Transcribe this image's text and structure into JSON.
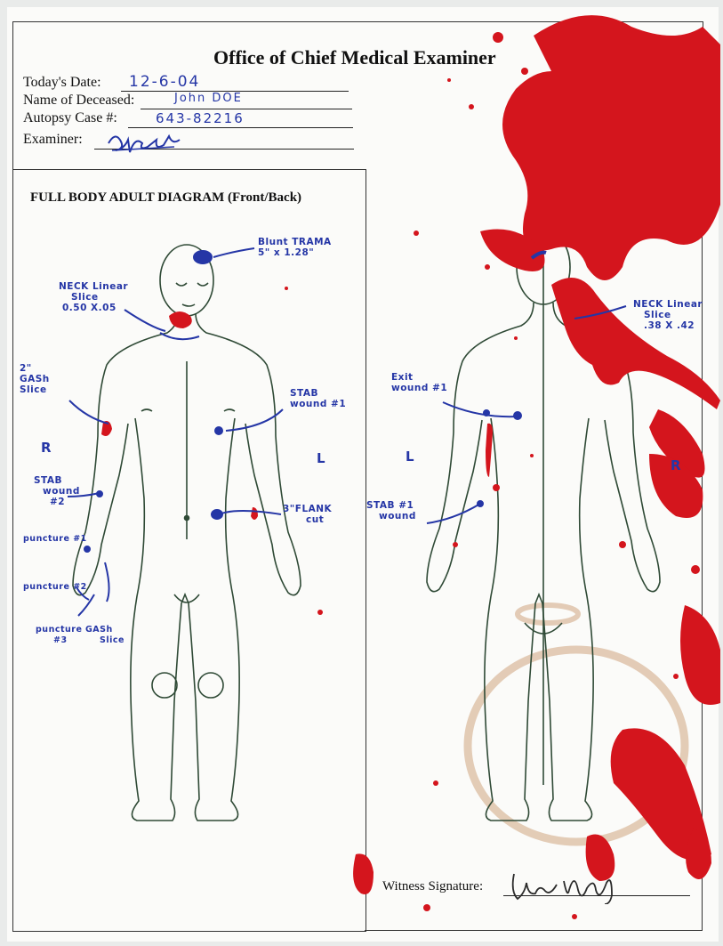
{
  "form": {
    "title": "Office of Chief Medical Examiner",
    "labels": {
      "date": "Today's Date:",
      "deceased": "Name of Deceased:",
      "case": "Autopsy Case #:",
      "examiner": "Examiner:"
    },
    "values": {
      "date": "12-6-04",
      "deceased": "John DOE",
      "case": "643-82216"
    },
    "section_title": "FULL BODY ADULT DIAGRAM (Front/Back)",
    "witness_label": "Witness Signature:"
  },
  "front_annotations": {
    "blunt_trauma": [
      "Blunt TRAMA",
      "5\" x 1.28\""
    ],
    "neck_slice": [
      "NECK Linear",
      "Slice",
      "0.50 X.05"
    ],
    "gash_slice": [
      "2\"",
      "GASh",
      "Slice"
    ],
    "stab_wound_1": [
      "STAB",
      "wound #1"
    ],
    "side_r": "R",
    "side_l": "L",
    "stab_wound_2": [
      "STAB",
      "wound",
      "#2"
    ],
    "flank_cut": [
      "3\"FLANK",
      "cut"
    ],
    "puncture_1": "puncture #1",
    "puncture_2": "puncture #2",
    "puncture_3": [
      "puncture",
      "#3"
    ],
    "gash_slice_2": [
      "GASh",
      "Slice"
    ]
  },
  "back_annotations": {
    "side_l": "L",
    "side_r": "R",
    "exit_wound": [
      "Exit",
      "wound #1"
    ],
    "stab_wound": [
      "STAB #1",
      "wound"
    ],
    "neck_slice": [
      "NECK Linear",
      "Slice",
      ".38 X .42"
    ]
  },
  "colors": {
    "ink": "#2536a6",
    "blood": "#d4151d",
    "coffee_stain": "#d9b89a",
    "line_art": "#2f4a36"
  }
}
